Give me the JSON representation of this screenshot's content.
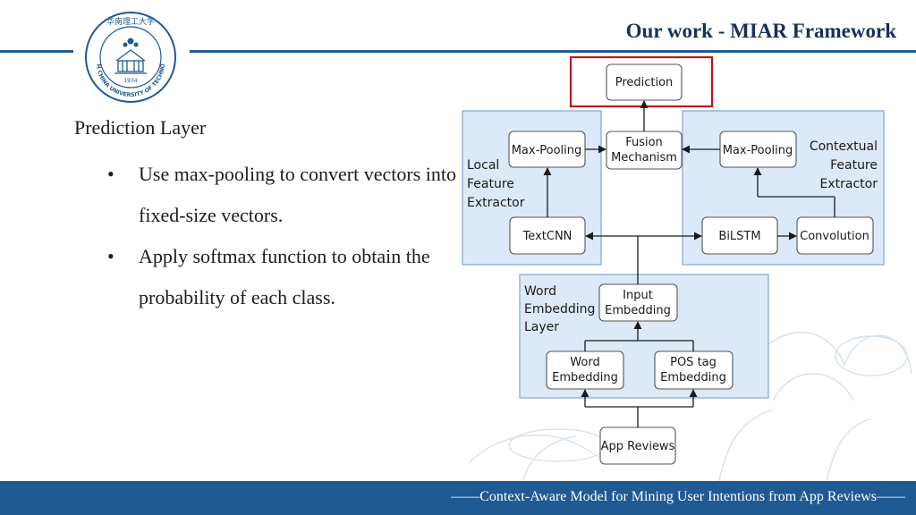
{
  "header": {
    "title": "Our work - MIAR Framework"
  },
  "logo": {
    "ring_text": "SOUTH CHINA UNIVERSITY OF TECHNOLOGY",
    "top_text": "华南理工大学",
    "year": "1934"
  },
  "content": {
    "heading": "Prediction Layer",
    "bullets": [
      "Use max-pooling to convert vectors into fixed-size vectors.",
      "Apply softmax function to obtain the probability of each class."
    ]
  },
  "diagram": {
    "prediction": "Prediction",
    "fusion_line1": "Fusion",
    "fusion_line2": "Mechanism",
    "local_maxpool": "Max-Pooling",
    "context_maxpool": "Max-Pooling",
    "local_group_line1": "Local",
    "local_group_line2": "Feature",
    "local_group_line3": "Extractor",
    "context_group_line1": "Contextual",
    "context_group_line2": "Feature",
    "context_group_line3": "Extractor",
    "textcnn": "TextCNN",
    "bilstm": "BiLSTM",
    "convolution": "Convolution",
    "embed_group_line1": "Word",
    "embed_group_line2": "Embedding",
    "embed_group_line3": "Layer",
    "input_embed_line1": "Input",
    "input_embed_line2": "Embedding",
    "word_embed_line1": "Word",
    "word_embed_line2": "Embedding",
    "pos_embed_line1": "POS tag",
    "pos_embed_line2": "Embedding",
    "app_reviews": "App Reviews",
    "highlight_color": "#c0141c",
    "group_fill": "#dce9f8",
    "group_stroke": "#7da7d4"
  },
  "footer": {
    "text": "——Context-Aware Model for Mining User Intentions from App Reviews——"
  }
}
